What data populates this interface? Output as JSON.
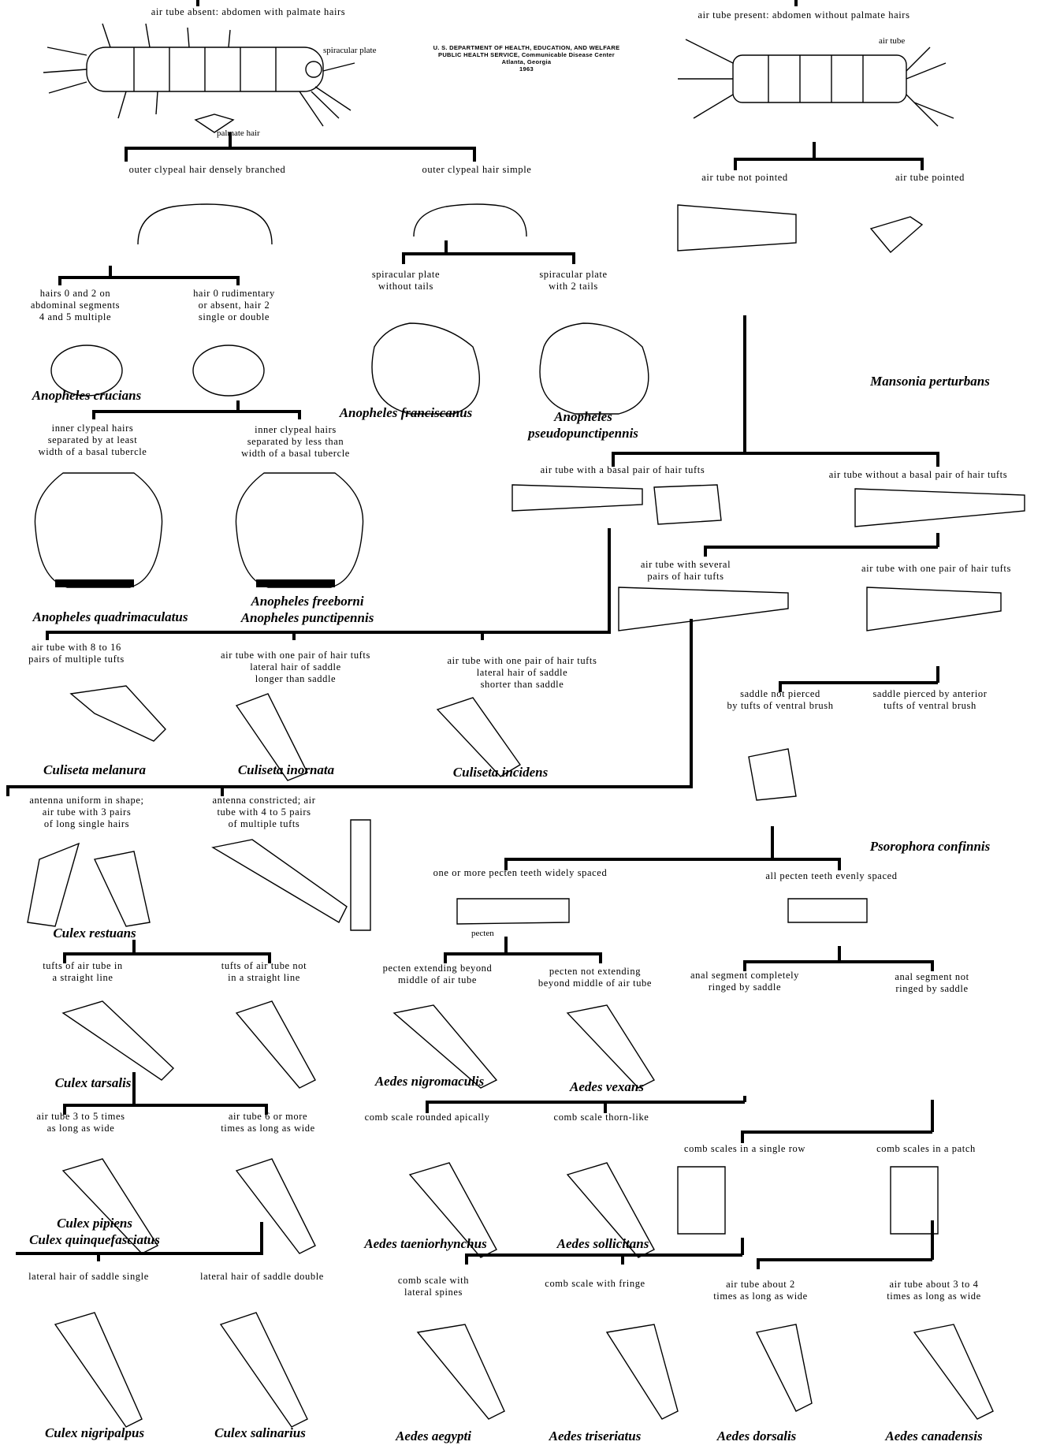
{
  "header": {
    "line1": "U. S. DEPARTMENT OF HEALTH, EDUCATION, AND WELFARE",
    "line2": "PUBLIC HEALTH SERVICE, Communicable Disease Center",
    "line3": "Atlanta, Georgia",
    "line4": "1963"
  },
  "couplets": {
    "c1a": "air tube absent: abdomen with palmate hairs",
    "c1b": "air tube present: abdomen without palmate hairs",
    "spiracular_plate": "spiracular plate",
    "palmate_hair": "palmate hair",
    "air_tube": "air tube",
    "c2a": "outer clypeal hair densely branched",
    "c2b": "outer clypeal hair simple",
    "c3a": "hairs 0 and 2 on\nabdominal segments\n4 and 5 multiple",
    "c3b": "hair 0 rudimentary\nor absent, hair 2\nsingle or double",
    "c4a": "spiracular plate\nwithout tails",
    "c4b": "spiracular plate\nwith 2 tails",
    "c5a": "inner clypeal hairs\nseparated by at least\nwidth of a basal tubercle",
    "c5b": "inner clypeal hairs\nseparated by less than\nwidth of a basal tubercle",
    "c6a": "air tube not pointed",
    "c6b": "air tube pointed",
    "c7a": "air tube with a basal pair of hair tufts",
    "c7b": "air tube without a basal pair of hair tufts",
    "c8a": "air tube with several\npairs of hair tufts",
    "c8b": "air tube with one pair of hair tufts",
    "c9a": "air tube with 8 to 16\npairs of multiple tufts",
    "c9b": "air tube with one pair of hair tufts\nlateral hair of saddle\nlonger than saddle",
    "c9c": "air tube with one pair of hair tufts\nlateral hair of saddle\nshorter than saddle",
    "c10a": "saddle not pierced\nby tufts of ventral brush",
    "c10b": "saddle pierced by anterior\ntufts of ventral brush",
    "c11a": "antenna uniform in shape;\nair tube with 3 pairs\nof long single hairs",
    "c11b": "antenna constricted; air\ntube with 4 to 5 pairs\nof multiple tufts",
    "c12a": "one or more pecten teeth widely spaced",
    "c12b": "all pecten teeth evenly spaced",
    "pecten": "pecten",
    "c13a": "tufts of air tube in\na straight line",
    "c13b": "tufts of air tube not\nin a straight line",
    "c14a": "pecten extending beyond\nmiddle of air tube",
    "c14b": "pecten not extending\nbeyond middle of air tube",
    "c15a": "anal segment completely\nringed by saddle",
    "c15b": "anal segment not\nringed by saddle",
    "c16a": "air tube 3 to 5 times\nas long as wide",
    "c16b": "air tube 6 or more\ntimes as long as wide",
    "c17a": "comb scale rounded apically",
    "c17b": "comb scale thorn-like",
    "c18a": "comb scales in a single row",
    "c18b": "comb  scales in a patch",
    "c19a": "lateral hair of saddle single",
    "c19b": "lateral hair of saddle double",
    "c20a": "comb scale with\nlateral spines",
    "c20b": "comb scale with fringe",
    "c21a": "air tube about 2\ntimes as long as wide",
    "c21b": "air tube about 3 to 4\ntimes as long as wide"
  },
  "species": {
    "an_crucians": "Anopheles crucians",
    "an_franciscanus": "Anopheles franciscanus",
    "an_pseudopunctipennis": "Anopheles\npseudopunctipennis",
    "an_quadrimaculatus": "Anopheles quadrimaculatus",
    "an_freeborni": "Anopheles freeborni\nAnopheles punctipennis",
    "ma_perturbans": "Mansonia perturbans",
    "cs_melanura": "Culiseta melanura",
    "cs_inornata": "Culiseta inornata",
    "cs_incidens": "Culiseta incidens",
    "ps_confinnis": "Psorophora confinnis",
    "cx_restuans": "Culex restuans",
    "cx_tarsalis": "Culex tarsalis",
    "ae_nigromaculis": "Aedes nigromaculis",
    "ae_vexans": "Aedes vexans",
    "cx_pipiens": "Culex pipiens\nCulex quinquefasciatus",
    "ae_taeniorhynchus": "Aedes taeniorhynchus",
    "ae_sollicitans": "Aedes sollicitans",
    "cx_nigripalpus": "Culex nigripalpus",
    "cx_salinarius": "Culex salinarius",
    "ae_aegypti": "Aedes aegypti",
    "ae_triseriatus": "Aedes triseriatus",
    "ae_dorsalis": "Aedes dorsalis",
    "ae_canadensis": "Aedes canadensis"
  }
}
